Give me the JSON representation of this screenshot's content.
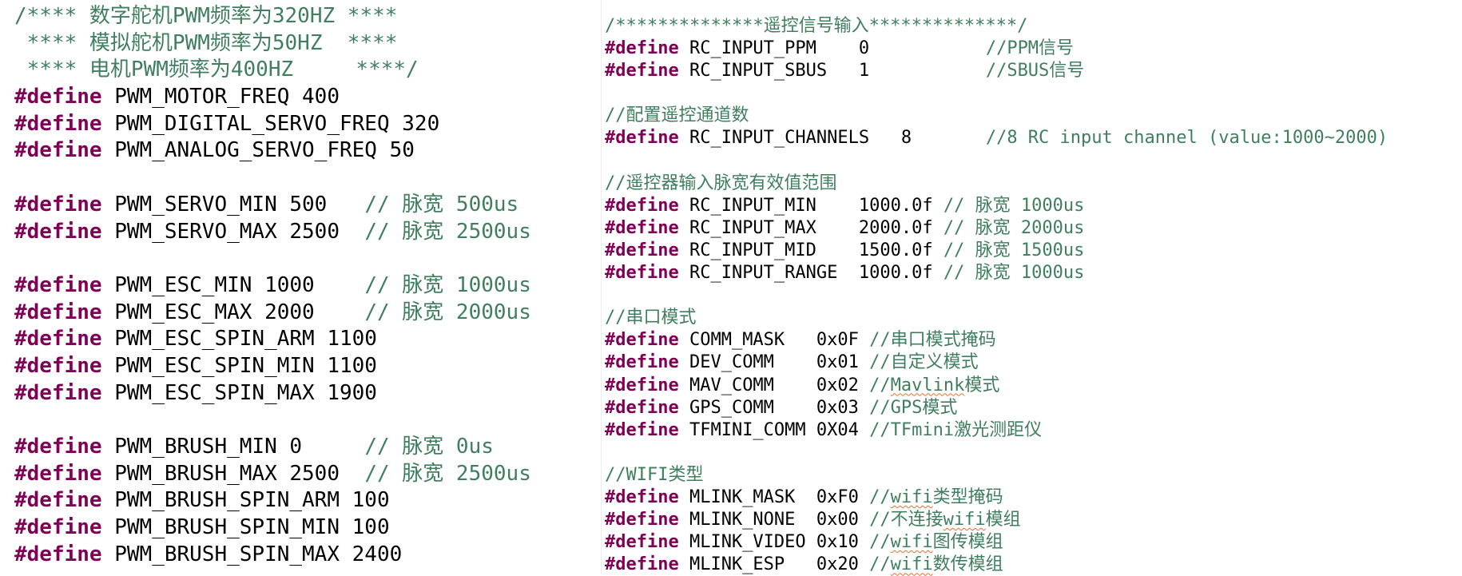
{
  "colors": {
    "keyword": "#7f0055",
    "comment": "#3f7f5f",
    "text": "#000000",
    "spellcheck": "#e8702a"
  },
  "left": {
    "lines": [
      {
        "c": [
          {
            "t": "/**** 数字舵机PWM频率为320HZ ****"
          }
        ]
      },
      {
        "c": [
          {
            "t": " **** 模拟舵机PWM频率为50HZ  ****"
          }
        ]
      },
      {
        "c": [
          {
            "t": " **** 电机PWM频率为400HZ     ****/"
          }
        ]
      },
      {
        "kw": "#define",
        "code": " PWM_MOTOR_FREQ 400"
      },
      {
        "kw": "#define",
        "code": " PWM_DIGITAL_SERVO_FREQ 320"
      },
      {
        "kw": "#define",
        "code": " PWM_ANALOG_SERVO_FREQ 50"
      },
      {},
      {
        "kw": "#define",
        "code": " PWM_SERVO_MIN 500   ",
        "c": [
          {
            "t": "// 脉宽 500us"
          }
        ]
      },
      {
        "kw": "#define",
        "code": " PWM_SERVO_MAX 2500  ",
        "c": [
          {
            "t": "// 脉宽 2500us"
          }
        ]
      },
      {},
      {
        "kw": "#define",
        "code": " PWM_ESC_MIN 1000    ",
        "c": [
          {
            "t": "// 脉宽 1000us"
          }
        ]
      },
      {
        "kw": "#define",
        "code": " PWM_ESC_MAX 2000    ",
        "c": [
          {
            "t": "// 脉宽 2000us"
          }
        ]
      },
      {
        "kw": "#define",
        "code": " PWM_ESC_SPIN_ARM 1100"
      },
      {
        "kw": "#define",
        "code": " PWM_ESC_SPIN_MIN 1100"
      },
      {
        "kw": "#define",
        "code": " PWM_ESC_SPIN_MAX 1900"
      },
      {},
      {
        "kw": "#define",
        "code": " PWM_BRUSH_MIN 0     ",
        "c": [
          {
            "t": "// 脉宽 0us"
          }
        ]
      },
      {
        "kw": "#define",
        "code": " PWM_BRUSH_MAX 2500  ",
        "c": [
          {
            "t": "// 脉宽 2500us"
          }
        ]
      },
      {
        "kw": "#define",
        "code": " PWM_BRUSH_SPIN_ARM 100"
      },
      {
        "kw": "#define",
        "code": " PWM_BRUSH_SPIN_MIN 100"
      },
      {
        "kw": "#define",
        "code": " PWM_BRUSH_SPIN_MAX 2400"
      }
    ]
  },
  "right": {
    "lines": [
      {
        "c": [
          {
            "t": "/**************遥控信号输入**************/"
          }
        ]
      },
      {
        "kw": "#define",
        "code": " RC_INPUT_PPM    0           ",
        "c": [
          {
            "t": "//PPM信号"
          }
        ]
      },
      {
        "kw": "#define",
        "code": " RC_INPUT_SBUS   1           ",
        "c": [
          {
            "t": "//SBUS信号"
          }
        ]
      },
      {},
      {
        "c": [
          {
            "t": "//配置遥控通道数"
          }
        ]
      },
      {
        "kw": "#define",
        "code": " RC_INPUT_CHANNELS   8       ",
        "c": [
          {
            "t": "//8 RC input channel (value:1000~2000)"
          }
        ]
      },
      {},
      {
        "c": [
          {
            "t": "//遥控器输入脉宽有效值范围"
          }
        ]
      },
      {
        "kw": "#define",
        "code": " RC_INPUT_MIN    1000.0f ",
        "c": [
          {
            "t": "// 脉宽 1000us"
          }
        ]
      },
      {
        "kw": "#define",
        "code": " RC_INPUT_MAX    2000.0f ",
        "c": [
          {
            "t": "// 脉宽 2000us"
          }
        ]
      },
      {
        "kw": "#define",
        "code": " RC_INPUT_MID    1500.0f ",
        "c": [
          {
            "t": "// 脉宽 1500us"
          }
        ]
      },
      {
        "kw": "#define",
        "code": " RC_INPUT_RANGE  1000.0f ",
        "c": [
          {
            "t": "// 脉宽 1000us"
          }
        ]
      },
      {},
      {
        "c": [
          {
            "t": "//串口模式"
          }
        ]
      },
      {
        "kw": "#define",
        "code": " COMM_MASK   0x0F ",
        "c": [
          {
            "t": "//串口模式掩码"
          }
        ]
      },
      {
        "kw": "#define",
        "code": " DEV_COMM    0x01 ",
        "c": [
          {
            "t": "//自定义模式"
          }
        ]
      },
      {
        "kw": "#define",
        "code": " MAV_COMM    0x02 ",
        "c": [
          {
            "t": "//"
          },
          {
            "t": "Mavlink",
            "s": 1
          },
          {
            "t": "模式"
          }
        ]
      },
      {
        "kw": "#define",
        "code": " GPS_COMM    0x03 ",
        "c": [
          {
            "t": "//GPS模式"
          }
        ]
      },
      {
        "kw": "#define",
        "code": " TFMINI_COMM 0X04 ",
        "c": [
          {
            "t": "//TFmini激光测距仪"
          }
        ]
      },
      {},
      {
        "c": [
          {
            "t": "//WIFI类型"
          }
        ]
      },
      {
        "kw": "#define",
        "code": " MLINK_MASK  0xF0 ",
        "c": [
          {
            "t": "//"
          },
          {
            "t": "wifi",
            "s": 1
          },
          {
            "t": "类型掩码"
          }
        ]
      },
      {
        "kw": "#define",
        "code": " MLINK_NONE  0x00 ",
        "c": [
          {
            "t": "//不连接"
          },
          {
            "t": "wifi",
            "s": 1
          },
          {
            "t": "模组"
          }
        ]
      },
      {
        "kw": "#define",
        "code": " MLINK_VIDEO 0x10 ",
        "c": [
          {
            "t": "//"
          },
          {
            "t": "wifi",
            "s": 1
          },
          {
            "t": "图传模组"
          }
        ]
      },
      {
        "kw": "#define",
        "code": " MLINK_ESP   0x20 ",
        "c": [
          {
            "t": "//"
          },
          {
            "t": "wifi",
            "s": 1
          },
          {
            "t": "数传模组"
          }
        ]
      }
    ]
  }
}
